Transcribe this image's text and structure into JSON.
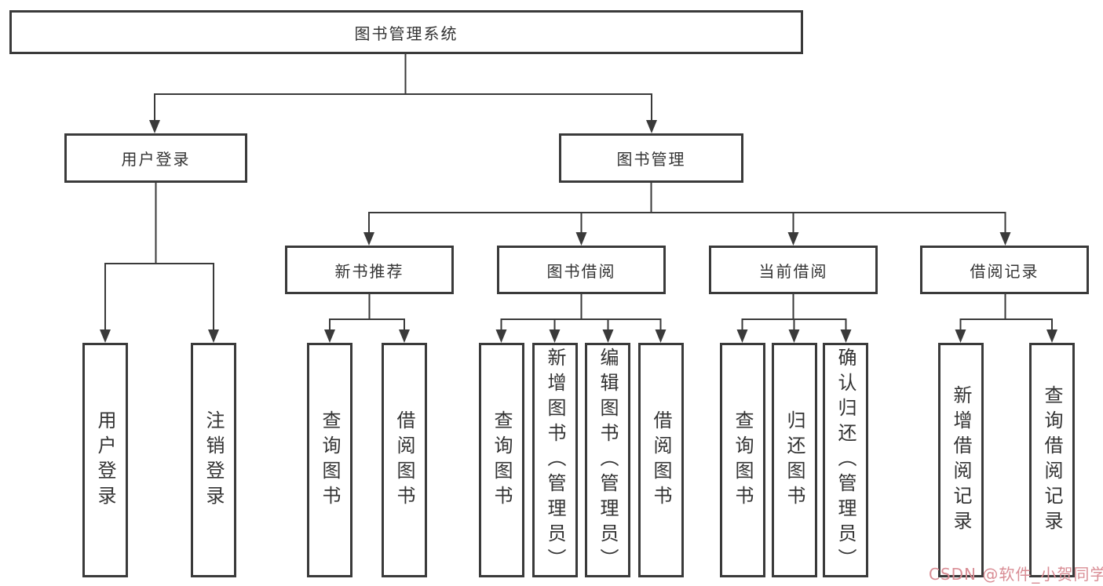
{
  "tree": {
    "root": "图书管理系统",
    "level2": [
      "用户登录",
      "图书管理"
    ],
    "level3": [
      "新书推荐",
      "图书借阅",
      "当前借阅",
      "借阅记录"
    ],
    "leaves": [
      "用户登录",
      "注销登录",
      "查询图书",
      "借阅图书",
      "查询图书",
      "新增图书（管理员）",
      "编辑图书（管理员）",
      "借阅图书",
      "查询图书",
      "归还图书",
      "确认归还（管理员）",
      "新增借阅记录",
      "查询借阅记录"
    ]
  },
  "watermark": "CSDN @软件_小贺同学",
  "colors": {
    "line": "#3a3a3a",
    "text": "#333333",
    "watermark": "#d98d95",
    "background": "#ffffff"
  }
}
